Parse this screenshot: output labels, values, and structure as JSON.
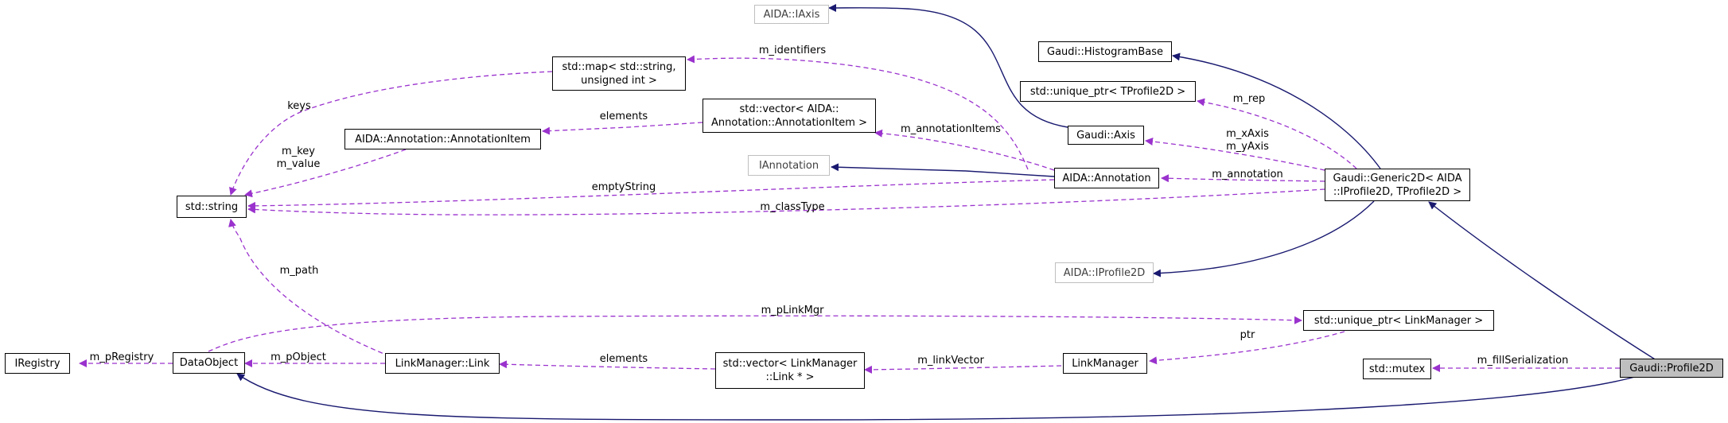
{
  "nodes": {
    "gaudi_profile2d": "Gaudi::Profile2D",
    "generic2d": [
      "Gaudi::Generic2D< AIDA",
      "::IProfile2D, TProfile2D >"
    ],
    "histogram_base": "Gaudi::HistogramBase",
    "unique_ptr_tprofile2d": "std::unique_ptr< TProfile2D >",
    "gaudi_axis": "Gaudi::Axis",
    "aida_iaxis": "AIDA::IAxis",
    "aida_annotation": "AIDA::Annotation",
    "iannotation": "IAnnotation",
    "std_vector_annotation_item": [
      "std::vector< AIDA::",
      "Annotation::AnnotationItem >"
    ],
    "annotation_item": "AIDA::Annotation::AnnotationItem",
    "std_map": [
      "std::map< std::string,",
      "unsigned int >"
    ],
    "std_string": "std::string",
    "aida_iprofile2d": "AIDA::IProfile2D",
    "unique_ptr_linkmanager": "std::unique_ptr< LinkManager >",
    "std_mutex": "std::mutex",
    "linkmanager": "LinkManager",
    "std_vector_link": [
      "std::vector< LinkManager",
      "::Link * >"
    ],
    "linkmanager_link": "LinkManager::Link",
    "dataobject": "DataObject",
    "iregistry": "IRegistry"
  },
  "edge_labels": {
    "m_identifiers": "m_identifiers",
    "keys": "keys",
    "elements_annotation": "elements",
    "m_annotationItems": "m_annotationItems",
    "m_key_value": [
      "m_key",
      "m_value"
    ],
    "emptyString": "emptyString",
    "m_classType": "m_classType",
    "m_annotation": "m_annotation",
    "m_axis": [
      "m_xAxis",
      "m_yAxis"
    ],
    "m_rep": "m_rep",
    "m_path": "m_path",
    "m_pLinkMgr": "m_pLinkMgr",
    "ptr": "ptr",
    "m_pRegistry": "m_pRegistry",
    "m_pObject": "m_pObject",
    "elements_link": "elements",
    "m_linkVector": "m_linkVector",
    "m_fillSerialization": "m_fillSerialization"
  },
  "colors": {
    "inheritance_edge": "#191970",
    "usage_edge": "#9a32cd",
    "node_border": "#000000",
    "external_node_border": "#bfbfbf",
    "focus_node_fill": "#bfbfbf"
  }
}
